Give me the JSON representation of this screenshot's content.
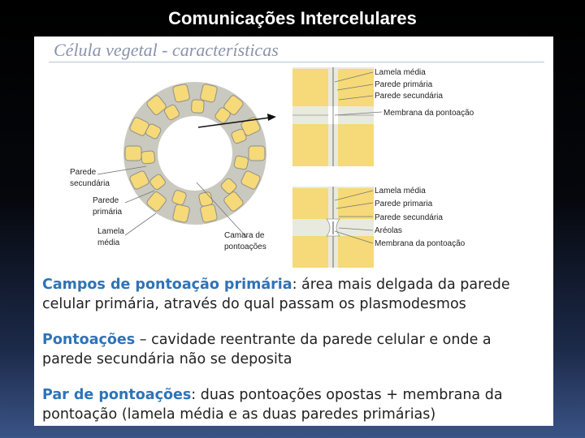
{
  "slide": {
    "title": "Comunicações Intercelulares"
  },
  "figure": {
    "subtitle": "Célula vegetal - características",
    "left_labels": {
      "parede_secundaria": [
        "Parede",
        "secundária"
      ],
      "parede_primaria": [
        "Parede",
        "primária"
      ],
      "lamela_media": [
        "Lamela",
        "média"
      ],
      "camara": [
        "Camara de",
        "pontoações"
      ]
    },
    "top_detail_labels": [
      "Lamela média",
      "Parede primária",
      "Parede secundária",
      "Membrana da pontoação"
    ],
    "bottom_detail_labels": [
      "Lamela média",
      "Parede primaria",
      "Parede secundária",
      "Aréolas",
      "Membrana da pontoação"
    ]
  },
  "definitions": [
    {
      "term": "Campos de pontoação primária",
      "sep": ": ",
      "line1": "área mais delgada da parede",
      "line2": "celular primária, através do qual passam os plasmodesmos"
    },
    {
      "term": "Pontoações",
      "sep": " – ",
      "line1": "cavidade reentrante da parede celular e onde a",
      "line2": "parede secundária não se deposita"
    },
    {
      "term": "Par de pontoações",
      "sep": ": ",
      "line1": "duas pontoações opostas + membrana da",
      "line2": "pontoação (lamela média e as duas paredes primárias)"
    }
  ],
  "colors": {
    "cell": "#f6d978",
    "wall": "#e9eadf",
    "term": "#2f73b7",
    "wall_line": "#a8aaa3"
  }
}
